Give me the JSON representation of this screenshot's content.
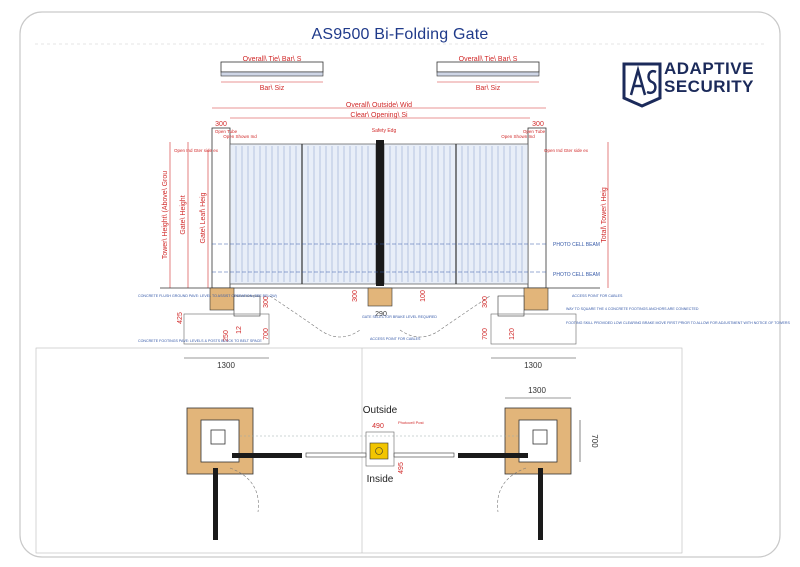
{
  "title": "AS9500 Bi-Folding Gate",
  "logo": {
    "line1": "ADAPTIVE",
    "line2": "SECURITY",
    "accent": "#1b2a5a",
    "icon": "as-monogram-icon"
  },
  "colors": {
    "title": "#1f3a8a",
    "dimension_red": "#d12a2a",
    "callout_blue": "#3559a8",
    "concrete": "#e2b57a",
    "gate_pale_blue": "#d8e2f3",
    "post_black": "#1a1a1a",
    "motor_yellow": "#f2c500"
  },
  "tie_bars": {
    "left": {
      "top": "Overall\\ Tie\\ Bar\\ S",
      "bottom": "Bar\\ Siz"
    },
    "right": {
      "top": "Overall\\ Tie\\ Bar\\ S",
      "bottom": "Bar\\ Siz"
    }
  },
  "elevation": {
    "overall_width": "Overall\\ Outside\\ Wid",
    "clear_opening": "Clear\\ Opening\\ Si",
    "dim_300_left": "300",
    "dim_300_right": "300",
    "tower_height_left": "Tower\\ Height\\ (Above\\ Grou",
    "gate_height": "Gate\\ Height",
    "gate_leaf_height": "Gate\\ Leaf\\ Heig",
    "total_tower_height": "Total\\ Tower\\ Heig",
    "photo_cell_1": "PHOTO CELL BEAM",
    "photo_cell_2": "PHOTO CELL BEAM",
    "safety_edge": "Safety Edg",
    "open_tube_l": "Open Tube",
    "open_tube_r": "Open Tube",
    "open_shown_l": "Open Shown Ind",
    "open_shown_r": "Open Shown Ind",
    "open_ind_l": "Open Ind Gter side ex",
    "open_ind_r": "Open Ind Gter side ex",
    "foot_425": "425",
    "foot_250": "250",
    "foot_12": "12",
    "foot_300_l": "300",
    "foot_700_l": "700",
    "foot_300_c": "300",
    "foot_290": "290",
    "foot_100": "100",
    "foot_300_r": "300",
    "foot_700_r": "700",
    "foot_120": "120",
    "width_1300_l": "1300",
    "width_1300_r": "1300",
    "note_left_1": "CONCRETE FLUSH GROUND PAVE: LEVEL TO ASSIST OPERATION (SEE BELOW)",
    "note_left_2": "CONCRETE FOOTINGS PAVE: LEVELS & POSTS BLOCK TO BELT SPACE",
    "note_center_1": "GATE SELECTOR BRAKE LEVEL REQUIRED",
    "note_center_2": "ACCESS POINT FOR CABLES",
    "note_right_1": "ACCESS POINT FOR CABLES",
    "note_right_2": "WAY TO SQUARE THE 4 CONCRETE FOOTINGS ANCHORS ARE CONNECTED",
    "note_right_3": "FOOTING SKILL PROVIDED LOW CLEARING BRAKE MOVE FIRST PRIOR TO ALLOW FOR ADJUSTMENT WITH NOTICE OF TOWERS"
  },
  "plan": {
    "outside": "Outside",
    "inside": "Inside",
    "photocell": "Photocell Post",
    "dim_490": "490",
    "dim_495": "495",
    "dim_1300": "1300",
    "dim_700": "700"
  }
}
